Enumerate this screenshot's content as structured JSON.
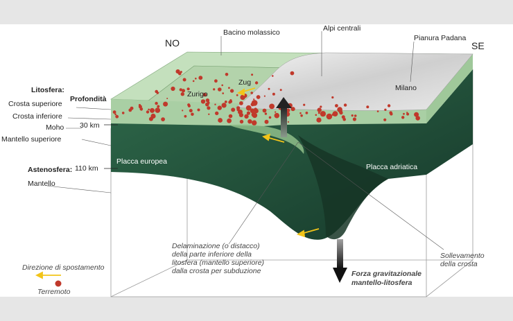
{
  "directions": {
    "northwest": "NO",
    "southeast": "SE"
  },
  "top_labels": {
    "basin": "Bacino molassico",
    "alps": "Alpi centrali",
    "plain": "Pianura Padana"
  },
  "cities": {
    "zug": "Zug",
    "zurigo": "Zurigo",
    "milano": "Milano"
  },
  "left_labels": {
    "lithosphere": "Litosfera:",
    "depth": "Profondità",
    "upper_crust": "Crosta superiore",
    "lower_crust": "Crosta inferiore",
    "moho": "Moho",
    "depth_30": "30 km",
    "upper_mantle": "Mantello superiore",
    "asthenosphere": "Astenosfera:",
    "depth_110": "110 km",
    "mantle": "Mantello"
  },
  "plates": {
    "european": "Placca europea",
    "adriatic": "Placca adriatica"
  },
  "annotations": {
    "delamination": [
      "Delaminazione (o distacco)",
      "della parte inferiore della",
      "litosfera (mantello superiore)",
      "dalla crosta per subduzione"
    ],
    "uplift": [
      "Sollevamento",
      "della crosta"
    ],
    "gravity": [
      "Forza gravitazionale",
      "mantello-litosfera"
    ]
  },
  "legend": {
    "direction": "Direzione di spostamento",
    "earthquake": "Terremoto"
  },
  "colors": {
    "mantle": "#1f4a36",
    "crust": "#a9cfa4",
    "surface": "#c4e0bd",
    "arrow": "#f2c419",
    "quake": "#c0392b"
  }
}
